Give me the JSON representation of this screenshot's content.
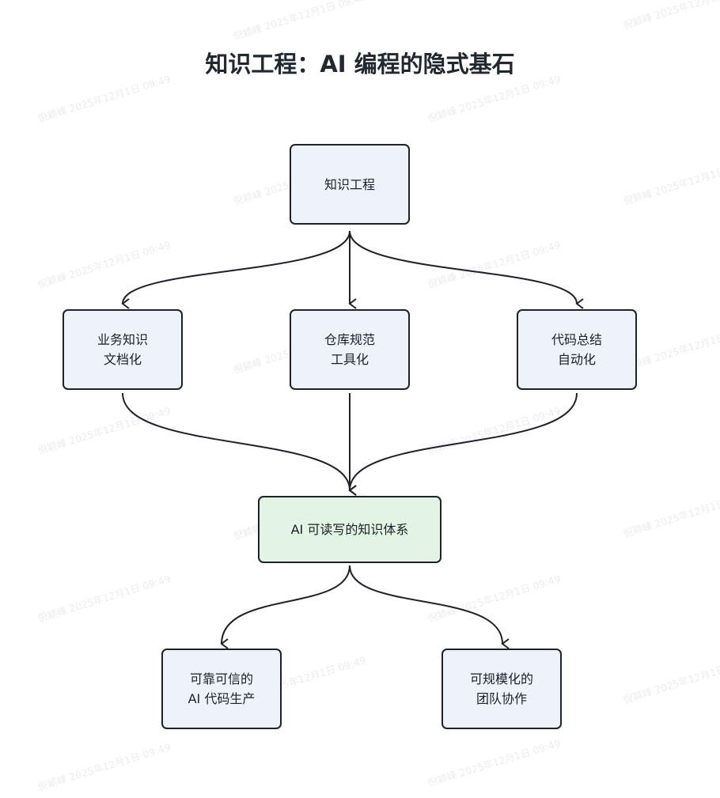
{
  "title": "知识工程：AI 编程的隐式基石",
  "watermark": "倪颖峰 2025年12月1日 09:49",
  "colors": {
    "node_fill": "#eef2fb",
    "center_fill": "#e2f5e4",
    "stroke": "#1f2329"
  },
  "nodes": {
    "root": {
      "lines": [
        "知识工程"
      ]
    },
    "biz_docs": {
      "lines": [
        "业务知识",
        "文档化"
      ]
    },
    "repo_tools": {
      "lines": [
        "仓库规范",
        "工具化"
      ]
    },
    "code_summary": {
      "lines": [
        "代码总结",
        "自动化"
      ]
    },
    "ai_system": {
      "lines": [
        "AI 可读写的知识体系"
      ]
    },
    "reliable": {
      "lines": [
        "可靠可信的",
        "AI 代码生产"
      ]
    },
    "scalable": {
      "lines": [
        "可规模化的",
        "团队协作"
      ]
    }
  },
  "edges": [
    {
      "from": "root",
      "to": "biz_docs"
    },
    {
      "from": "root",
      "to": "repo_tools"
    },
    {
      "from": "root",
      "to": "code_summary"
    },
    {
      "from": "biz_docs",
      "to": "ai_system"
    },
    {
      "from": "repo_tools",
      "to": "ai_system"
    },
    {
      "from": "code_summary",
      "to": "ai_system"
    },
    {
      "from": "ai_system",
      "to": "reliable"
    },
    {
      "from": "ai_system",
      "to": "scalable"
    }
  ]
}
